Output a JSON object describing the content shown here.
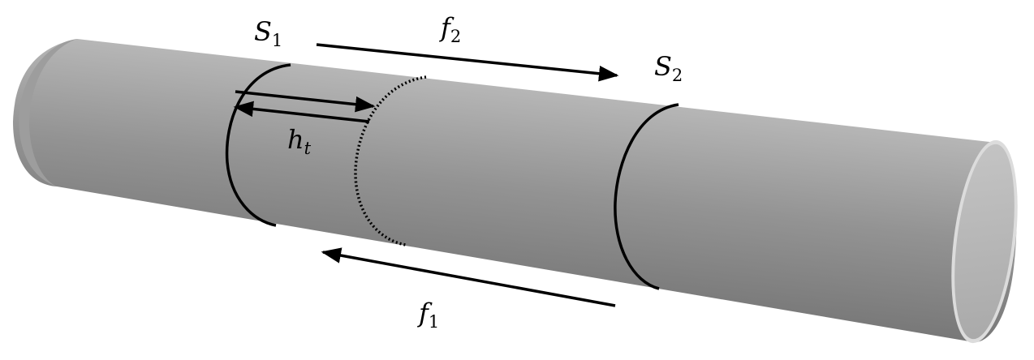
{
  "labels": {
    "s1": {
      "main": "S",
      "sub": "1"
    },
    "s2": {
      "main": "S",
      "sub": "2"
    },
    "f1": {
      "main": "f",
      "sub": "1"
    },
    "f2": {
      "main": "f",
      "sub": "2"
    },
    "ht": {
      "main": "h",
      "sub": "t"
    }
  },
  "colors": {
    "tube_light": "#b3b3b3",
    "tube_mid": "#8f8f8f",
    "tube_dark": "#767676",
    "end_cap": "#bdbdbd",
    "end_cap_rim": "#d9d9d9",
    "line": "#000000"
  }
}
